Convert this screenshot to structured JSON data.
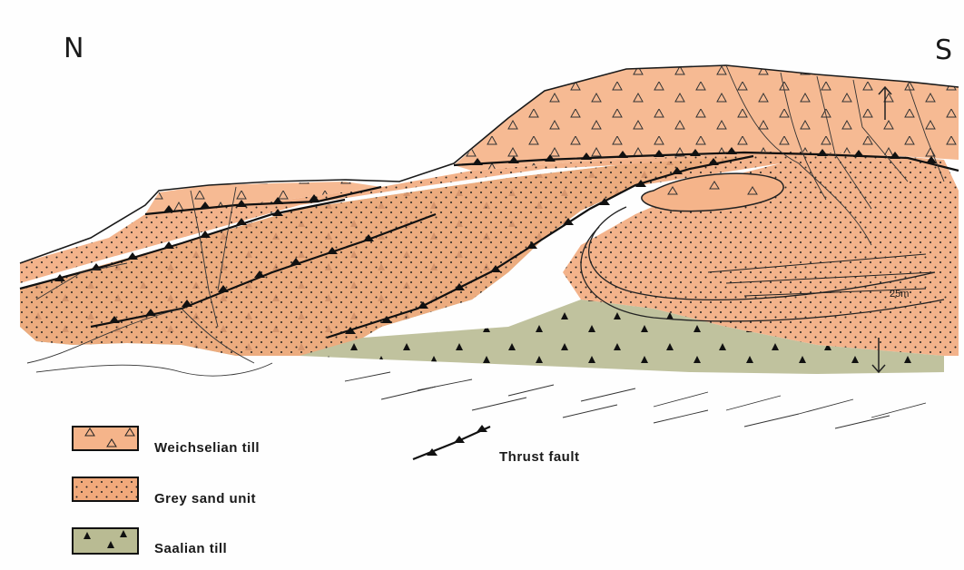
{
  "compass": {
    "north": "N",
    "south": "S"
  },
  "scale_label": "25m",
  "legend": [
    {
      "key": "weichselian",
      "label": "Weichselian till",
      "color": "#f5b48a",
      "symbol": "open-triangle"
    },
    {
      "key": "grey_sand",
      "label": "Grey sand unit",
      "color": "#f1a97b",
      "symbol": "dots"
    },
    {
      "key": "saalian",
      "label": "Saalian till",
      "color": "#b9bb93",
      "symbol": "filled-triangle"
    }
  ],
  "fault_legend_label": "Thrust fault"
}
